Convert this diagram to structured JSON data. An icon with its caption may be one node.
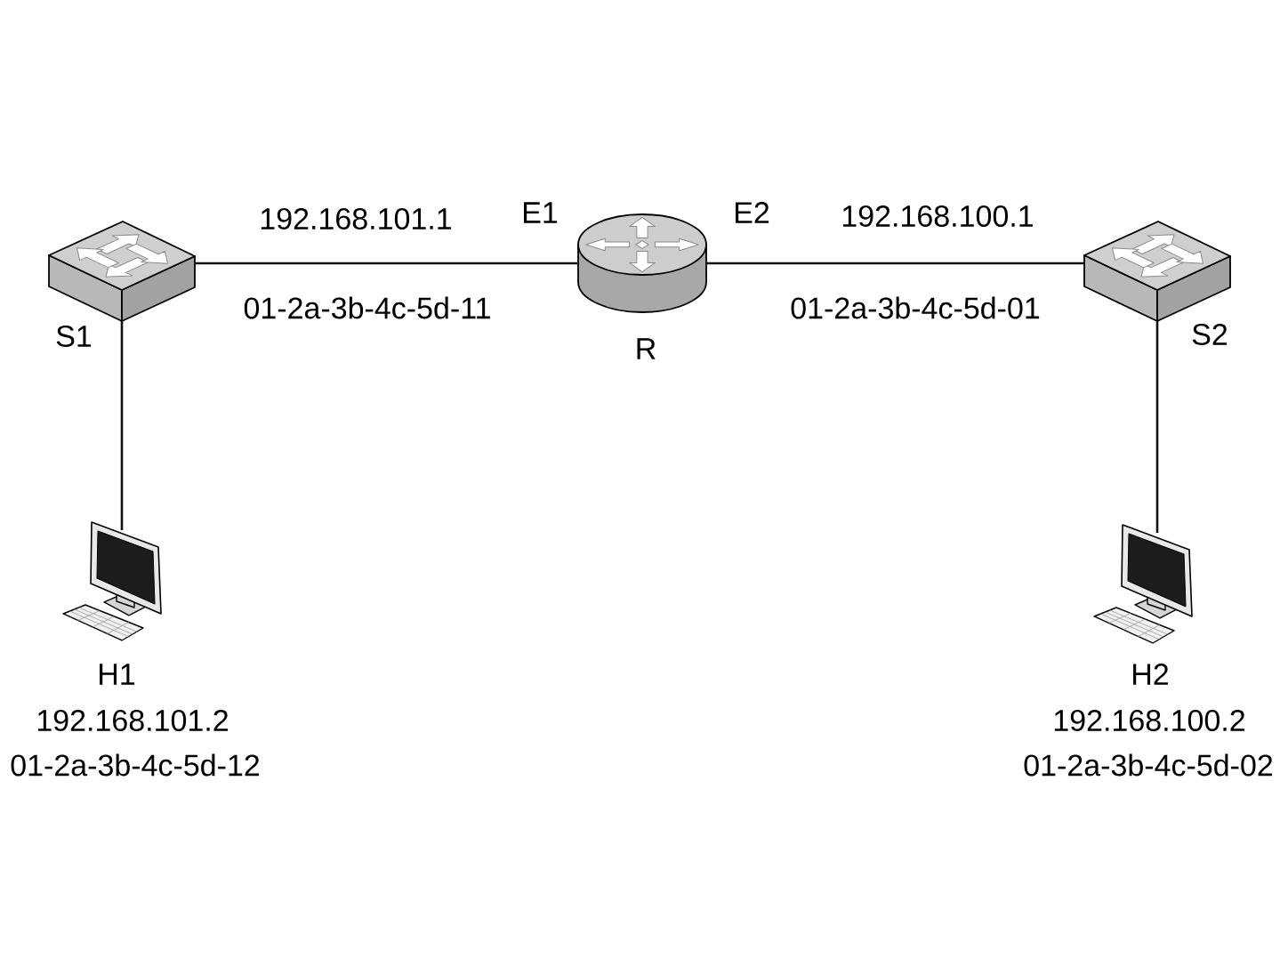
{
  "diagram": {
    "nodes": [
      {
        "text": [],
        "shape": "picture",
        "beside": [
          "S1"
        ]
      },
      {
        "text": [],
        "shape": "picture",
        "beside": [
          "R"
        ]
      },
      {
        "text": [],
        "shape": "picture",
        "beside": [
          "S2"
        ]
      },
      {
        "text": [],
        "shape": "picture",
        "beside": [
          "H1",
          "192.168.101.2",
          "01-2a-3b-4c-5d-12"
        ]
      },
      {
        "text": [],
        "shape": "picture",
        "beside": [
          "H2",
          "192.168.100.2",
          "01-2a-3b-4c-5d-02"
        ]
      }
    ],
    "edges": [
      {
        "from": 0,
        "to": 1,
        "arrow": "none"
      },
      {
        "from": 1,
        "to": 2,
        "arrow": "none"
      },
      {
        "from": 0,
        "to": 3,
        "arrow": "none"
      },
      {
        "from": 2,
        "to": 4,
        "arrow": "none"
      }
    ],
    "labels": [
      "192.168.101.1",
      "E1",
      "E2",
      "192.168.100.1",
      "01-2a-3b-4c-5d-11",
      "01-2a-3b-4c-5d-01"
    ]
  }
}
